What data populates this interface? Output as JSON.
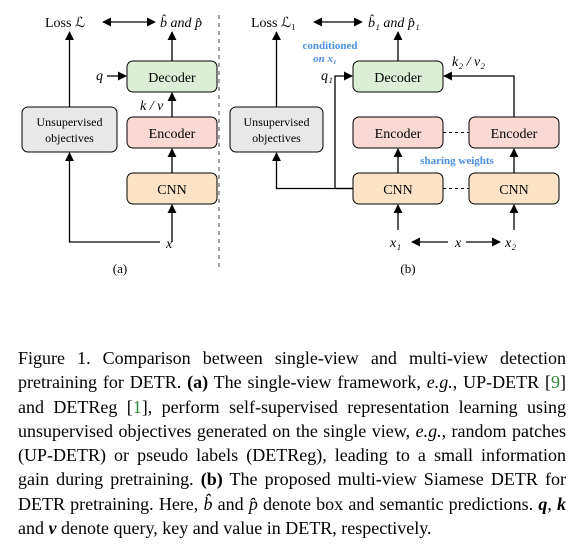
{
  "figure": {
    "panel_a": {
      "loss": "Loss ℒ",
      "predictions": "b̂ and p̂",
      "decoder": "Decoder",
      "q": "q",
      "kv": "k / v",
      "encoder": "Encoder",
      "cnn": "CNN",
      "unsup_line1": "Unsupervised",
      "unsup_line2": "objectives",
      "input": "x",
      "tag": "(a)"
    },
    "panel_b": {
      "loss": "Loss ℒ₁",
      "predictions": "b̂₁ and p̂₁",
      "decoder": "Decoder",
      "q1": "q₁",
      "k2v2": "k₂ / v₂",
      "conditioned_line1": "conditioned",
      "conditioned_line2": "on x₁",
      "encoder_left": "Encoder",
      "encoder_right": "Encoder",
      "sharing_weights": "sharing weights",
      "cnn_left": "CNN",
      "cnn_right": "CNN",
      "unsup_line1": "Unsupervised",
      "unsup_line2": "objectives",
      "x1": "x₁",
      "x": "x",
      "x2": "x₂",
      "tag": "(b)"
    },
    "colors": {
      "decoder_fill": "#dcefd6",
      "encoder_fill": "#fad9d5",
      "cnn_fill": "#fde3c6",
      "unsup_fill": "#e8e8e8",
      "note_blue": "#4a90e2"
    }
  },
  "caption": {
    "label": "Figure 1.",
    "t1": " Comparison between single-view and multi-view detection pretraining for DETR. ",
    "a_tag": "(a)",
    "t2": " The single-view framework, ",
    "eg1": "e.g.",
    "t3": ", UP-DETR [",
    "ref9": "9",
    "t4": "] and DETReg [",
    "ref1": "1",
    "t5": "], perform self-supervised representation learning using unsupervised objectives generated on the single view, ",
    "eg2": "e.g.",
    "t6": ", random patches (UP-DETR) or pseudo labels (DETReg), leading to a small information gain during pretraining. ",
    "b_tag": "(b)",
    "t7": " The proposed multi-view Siamese DETR for DETR pretraining. Here, ",
    "bhat": "b̂",
    "t8": " and ",
    "phat": "p̂",
    "t9": " denote box and semantic predictions. ",
    "q": "q",
    "t10": ", ",
    "k": "k",
    "t11": " and ",
    "v": "v",
    "t12": " denote query, key and value in DETR, respectively."
  }
}
